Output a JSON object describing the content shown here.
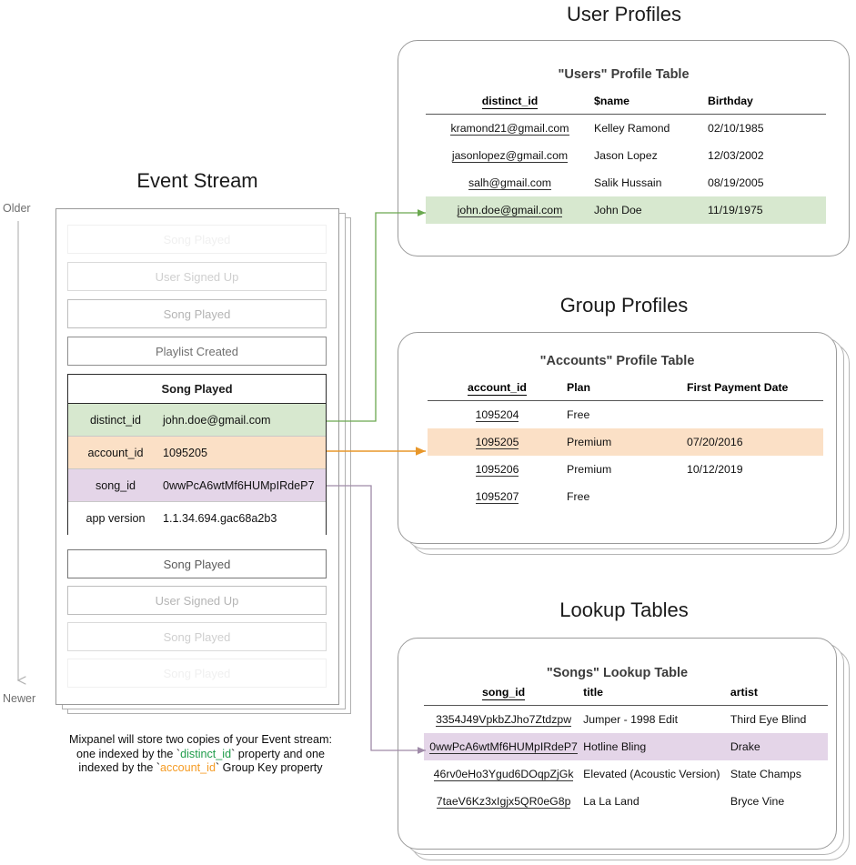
{
  "sections": {
    "event_stream_title": "Event Stream",
    "user_profiles_title": "User Profiles",
    "group_profiles_title": "Group Profiles",
    "lookup_tables_title": "Lookup Tables"
  },
  "timeline": {
    "older_label": "Older",
    "newer_label": "Newer"
  },
  "event_stream": {
    "events_above": [
      {
        "label": "Song Played",
        "fade": "ev-f1"
      },
      {
        "label": "User Signed Up",
        "fade": "ev-f2"
      },
      {
        "label": "Song Played",
        "fade": "ev-f3"
      },
      {
        "label": "Playlist Created",
        "fade": "ev-f4"
      }
    ],
    "focused_event": {
      "name": "Song Played",
      "properties": [
        {
          "key": "distinct_id",
          "value": "john.doe@gmail.com",
          "style": "row-green"
        },
        {
          "key": "account_id",
          "value": "1095205",
          "style": "row-orange"
        },
        {
          "key": "song_id",
          "value": "0wwPcA6wtMf6HUMpIRdeP7",
          "style": "row-purple"
        },
        {
          "key": "app version",
          "value": "1.1.34.694.gac68a2b3",
          "style": "row-plain"
        }
      ]
    },
    "events_below": [
      {
        "label": "Song Played",
        "fade": "ev-f5"
      },
      {
        "label": "User Signed Up",
        "fade": "ev-f3"
      },
      {
        "label": "Song Played",
        "fade": "ev-f2"
      },
      {
        "label": "Song Played",
        "fade": "ev-f1"
      }
    ]
  },
  "caption": {
    "line1": "Mixpanel will store two copies of your Event stream:",
    "line2_pre": "one indexed by the `",
    "line2_key": "distinct_id",
    "line2_post": "` property and one",
    "line3_pre": "indexed by the `",
    "line3_key": "account_id",
    "line3_post": "` Group Key property"
  },
  "users_table": {
    "title": "\"Users\" Profile Table",
    "columns": [
      "distinct_id",
      "$name",
      "Birthday"
    ],
    "rows": [
      {
        "cells": [
          "kramond21@gmail.com",
          "Kelley Ramond",
          "02/10/1985"
        ],
        "highlight": ""
      },
      {
        "cells": [
          "jasonlopez@gmail.com",
          "Jason Lopez",
          "12/03/2002"
        ],
        "highlight": ""
      },
      {
        "cells": [
          "salh@gmail.com",
          "Salik Hussain",
          "08/19/2005"
        ],
        "highlight": ""
      },
      {
        "cells": [
          "john.doe@gmail.com",
          "John Doe",
          "11/19/1975"
        ],
        "highlight": "hl-green"
      }
    ]
  },
  "accounts_table": {
    "title": "\"Accounts\" Profile Table",
    "columns": [
      "account_id",
      "Plan",
      "First Payment Date"
    ],
    "rows": [
      {
        "cells": [
          "1095204",
          "Free",
          ""
        ],
        "highlight": ""
      },
      {
        "cells": [
          "1095205",
          "Premium",
          "07/20/2016"
        ],
        "highlight": "hl-orange"
      },
      {
        "cells": [
          "1095206",
          "Premium",
          "10/12/2019"
        ],
        "highlight": ""
      },
      {
        "cells": [
          "1095207",
          "Free",
          ""
        ],
        "highlight": ""
      }
    ]
  },
  "songs_table": {
    "title": "\"Songs\" Lookup Table",
    "columns": [
      "song_id",
      "title",
      "artist"
    ],
    "rows": [
      {
        "cells": [
          "3354J49VpkbZJho7Ztdzpw",
          "Jumper - 1998 Edit",
          "Third Eye Blind"
        ],
        "highlight": ""
      },
      {
        "cells": [
          "0wwPcA6wtMf6HUMpIRdeP7",
          "Hotline Bling",
          "Drake"
        ],
        "highlight": "hl-purple"
      },
      {
        "cells": [
          "46rv0eHo3Ygud6DOqpZjGk",
          "Elevated (Acoustic Version)",
          "State Champs"
        ],
        "highlight": ""
      },
      {
        "cells": [
          "7taeV6Kz3xIgjx5QR0eG8p",
          "La La Land",
          "Bryce Vine"
        ],
        "highlight": ""
      }
    ]
  },
  "colors": {
    "green": "#d7e8cf",
    "orange": "#fbe0c6",
    "purple": "#e4d5e8",
    "green_arrow": "#6aa84f",
    "orange_arrow": "#e8972a",
    "purple_arrow": "#9f8aa8",
    "card_border": "#9a9a9a"
  }
}
